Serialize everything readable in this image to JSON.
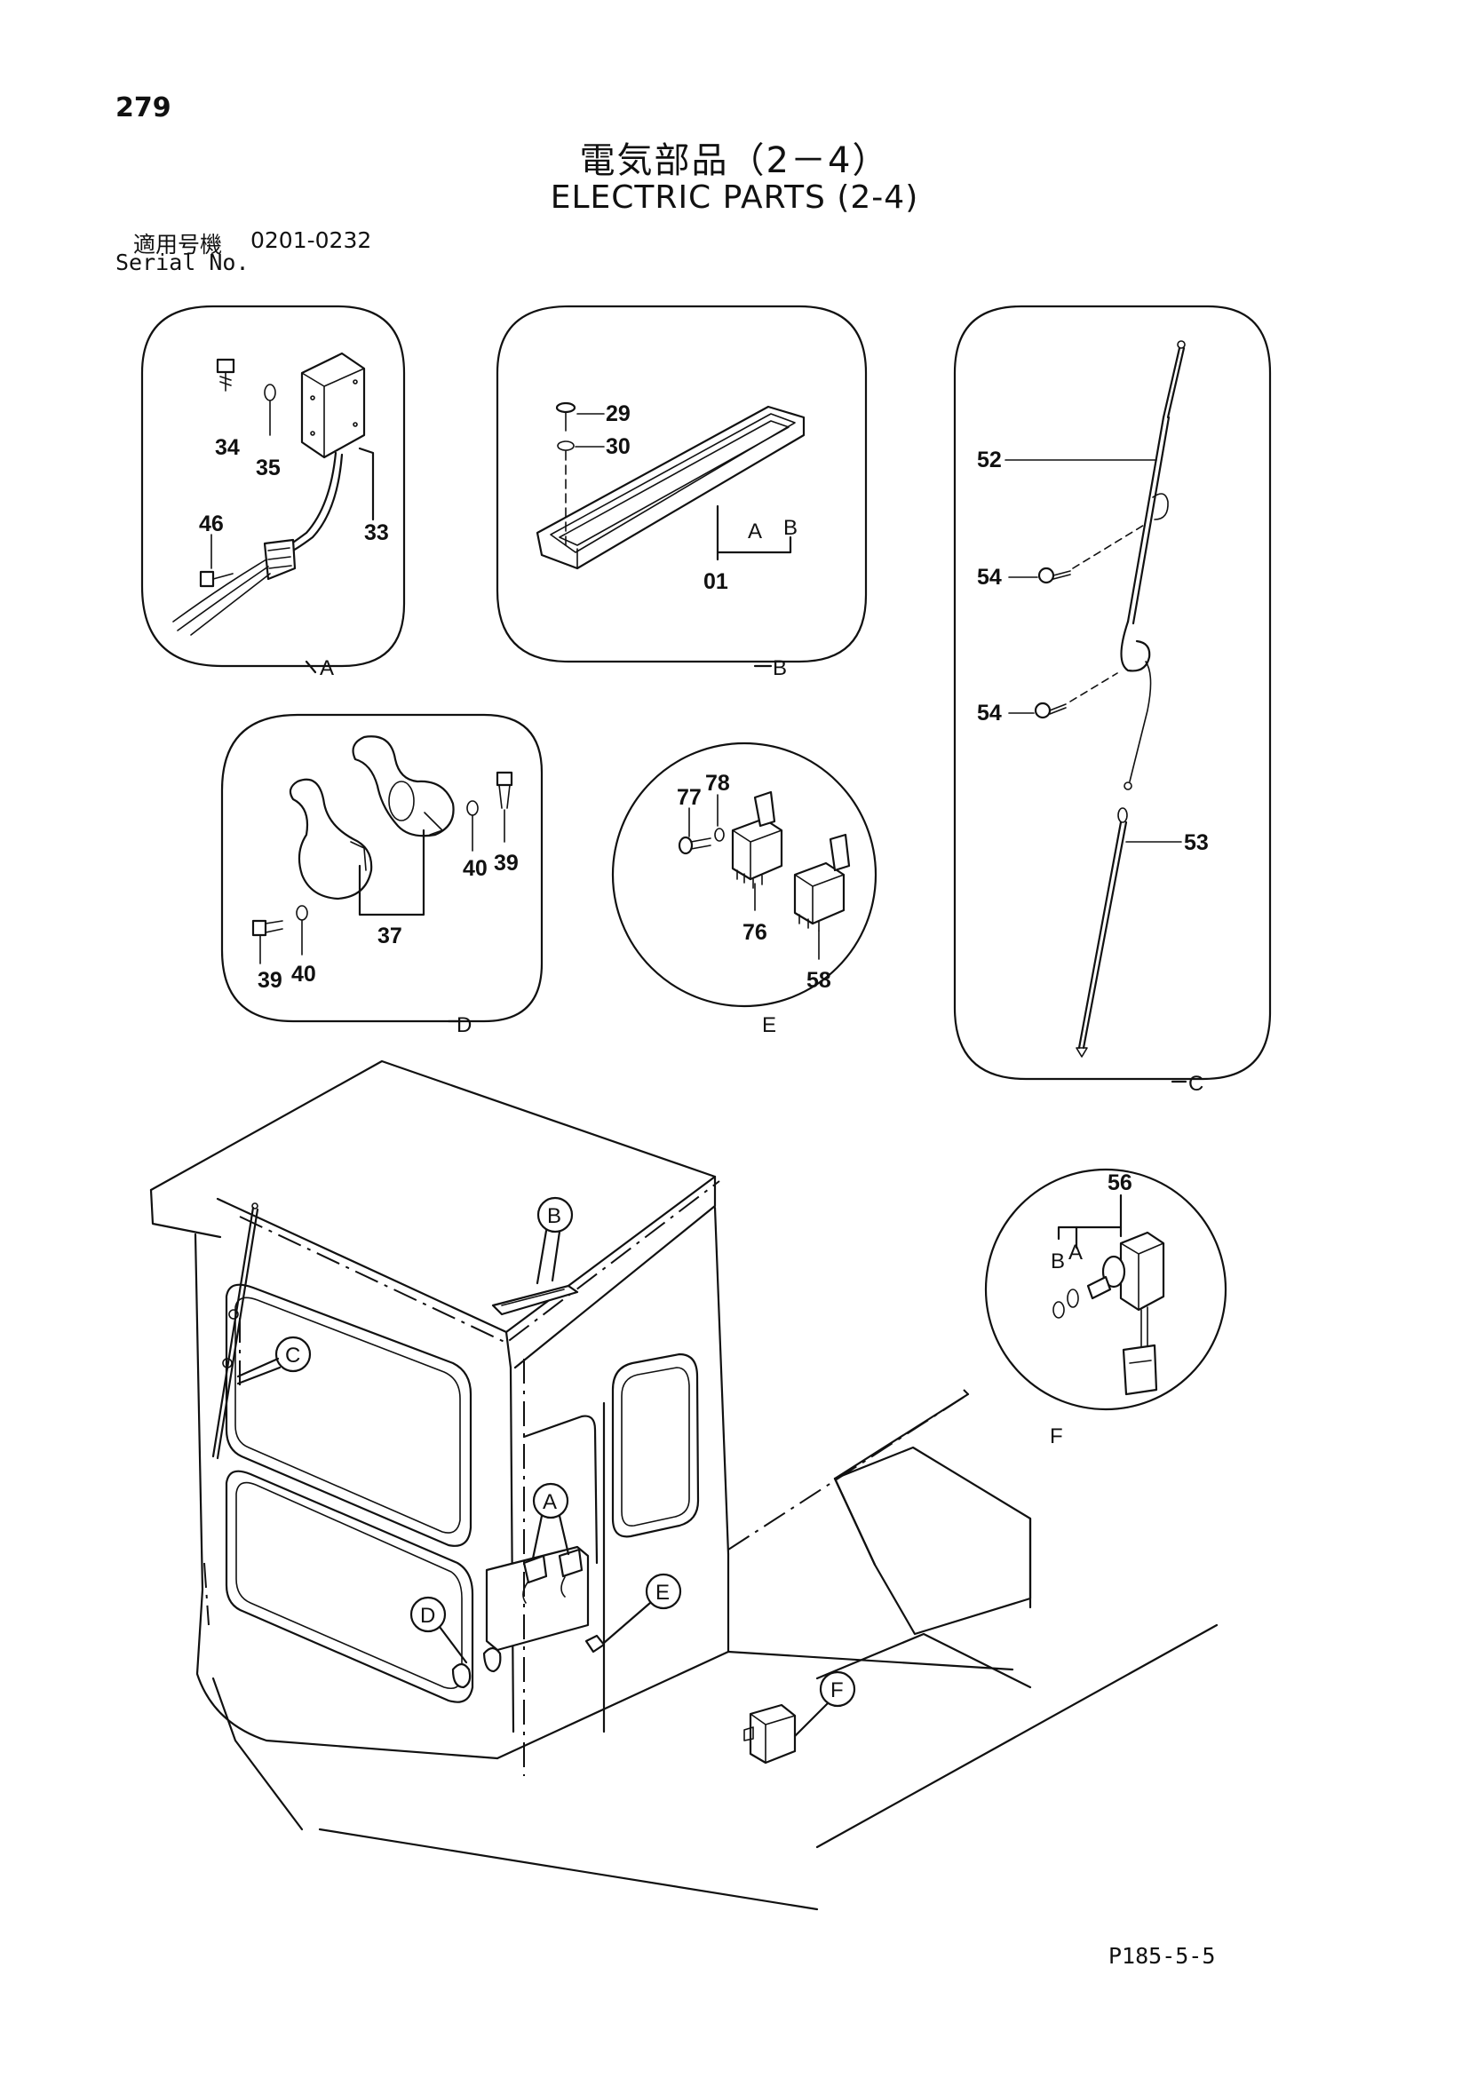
{
  "header": {
    "page_number": "279",
    "title_ja": "電気部品（2－4）",
    "title_en": "ELECTRIC PARTS (2-4)",
    "serial_label_ja": "適用号機",
    "serial_range": "0201-0232",
    "serial_label_en": "Serial No."
  },
  "callouts": {
    "A": {
      "letter": "A",
      "parts": [
        "34",
        "35",
        "33",
        "46"
      ]
    },
    "B": {
      "letter": "B",
      "parts": [
        "29",
        "30",
        "01"
      ],
      "sub_labels": [
        "A",
        "B"
      ]
    },
    "C": {
      "letter": "C",
      "parts": [
        "52",
        "54",
        "54",
        "53"
      ]
    },
    "D": {
      "letter": "D",
      "parts": [
        "40",
        "39",
        "37",
        "39",
        "40"
      ]
    },
    "E": {
      "letter": "E",
      "parts": [
        "77",
        "78",
        "76",
        "58"
      ]
    },
    "F": {
      "letter": "F",
      "parts": [
        "56"
      ],
      "sub_labels": [
        "B",
        "A"
      ]
    }
  },
  "cab_markers": [
    "B",
    "C",
    "A",
    "D",
    "E",
    "F"
  ],
  "footer": {
    "code": "P185-5-5"
  }
}
